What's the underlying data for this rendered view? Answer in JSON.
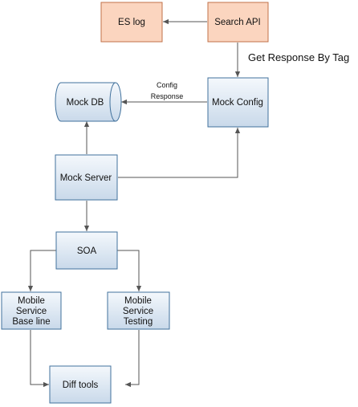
{
  "nodes": {
    "es_log": {
      "label": [
        "ES log"
      ]
    },
    "search_api": {
      "label": [
        "Search API"
      ]
    },
    "mock_db": {
      "label": [
        "Mock DB"
      ]
    },
    "mock_config": {
      "label": [
        "Mock Config"
      ]
    },
    "mock_server": {
      "label": [
        "Mock Server"
      ]
    },
    "soa": {
      "label": [
        "SOA"
      ]
    },
    "mobile_baseline": {
      "label": [
        "Mobile",
        "Service",
        "Base line"
      ]
    },
    "mobile_testing": {
      "label": [
        "Mobile",
        "Service",
        "Testing"
      ]
    },
    "diff_tools": {
      "label": [
        "Diff tools"
      ]
    }
  },
  "edges": {
    "search_to_config": "Get Response By Tag",
    "config_to_db": [
      "Config",
      "Response"
    ]
  },
  "colors": {
    "blue_fill_top": "#f4f8fc",
    "blue_fill_bottom": "#c9d9ea",
    "orange_fill": "#fbd5bf",
    "orange_stroke": "#c0714a",
    "blue_stroke": "#41719c",
    "connector": "#555555"
  }
}
